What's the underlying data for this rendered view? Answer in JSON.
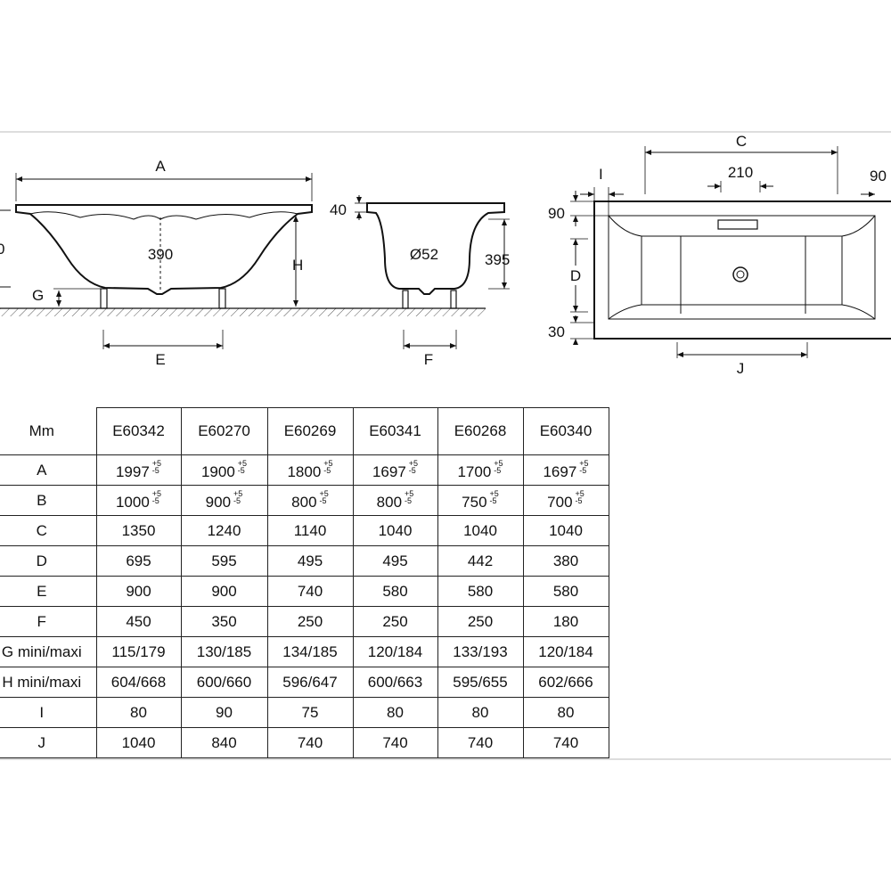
{
  "drawing": {
    "side_view": {
      "label_A": "A",
      "label_390": "390",
      "label_H": "H",
      "label_G": "G",
      "label_E": "E",
      "label_edge": "0"
    },
    "end_view": {
      "label_40": "40",
      "label_d52": "Ø52",
      "label_395": "395",
      "label_F": "F"
    },
    "top_view": {
      "label_C": "C",
      "label_I": "I",
      "label_210": "210",
      "label_90_right": "90",
      "label_90_left": "90",
      "label_D": "D",
      "label_30": "30",
      "label_J": "J"
    }
  },
  "table": {
    "corner": "Mm",
    "models": [
      "E60342",
      "E60270",
      "E60269",
      "E60341",
      "E60268",
      "E60340"
    ],
    "tolerance": {
      "plus": "+5",
      "minus": "-5"
    },
    "rows": [
      {
        "label": "A",
        "values": [
          "1997",
          "1900",
          "1800",
          "1697",
          "1700",
          "1697"
        ],
        "tol": true
      },
      {
        "label": "B",
        "values": [
          "1000",
          "900",
          "800",
          "800",
          "750",
          "700"
        ],
        "tol": true
      },
      {
        "label": "C",
        "values": [
          "1350",
          "1240",
          "1140",
          "1040",
          "1040",
          "1040"
        ]
      },
      {
        "label": "D",
        "values": [
          "695",
          "595",
          "495",
          "495",
          "442",
          "380"
        ]
      },
      {
        "label": "E",
        "values": [
          "900",
          "900",
          "740",
          "580",
          "580",
          "580"
        ]
      },
      {
        "label": "F",
        "values": [
          "450",
          "350",
          "250",
          "250",
          "250",
          "180"
        ]
      },
      {
        "label": "G mini/maxi",
        "values": [
          "115/179",
          "130/185",
          "134/185",
          "120/184",
          "133/193",
          "120/184"
        ]
      },
      {
        "label": "H mini/maxi",
        "values": [
          "604/668",
          "600/660",
          "596/647",
          "600/663",
          "595/655",
          "602/666"
        ]
      },
      {
        "label": "I",
        "values": [
          "80",
          "90",
          "75",
          "80",
          "80",
          "80"
        ]
      },
      {
        "label": "J",
        "values": [
          "1040",
          "840",
          "740",
          "740",
          "740",
          "740"
        ]
      }
    ]
  }
}
